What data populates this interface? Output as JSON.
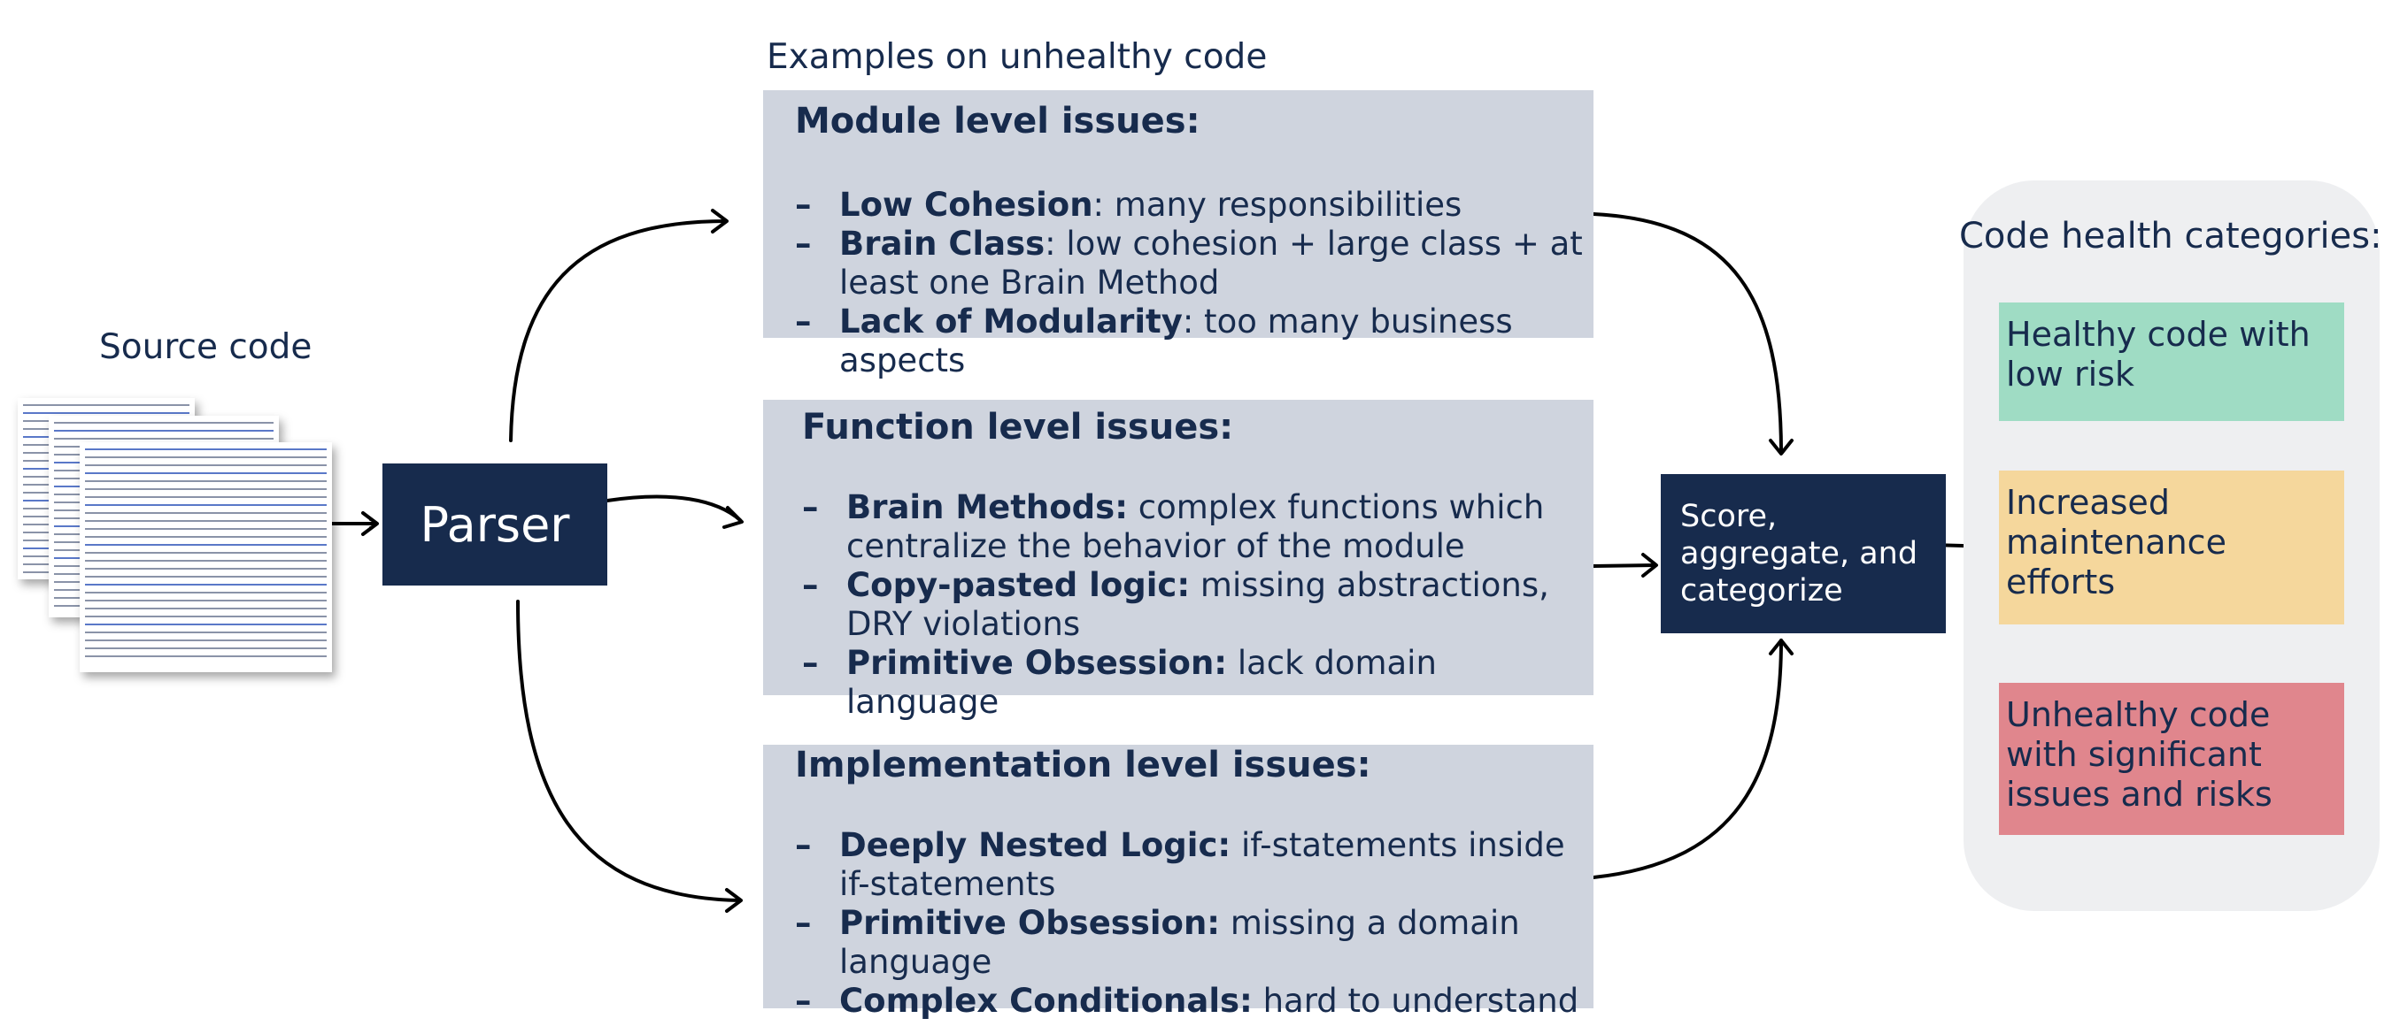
{
  "header": "Examples on unhealthy code",
  "source_label": "Source code",
  "parser_label": "Parser",
  "score_label": "Score, aggregate, and categorize",
  "module_box": {
    "title": "Module level issues:",
    "items": [
      {
        "term": "Low Cohesion",
        "text": ": many responsibilities"
      },
      {
        "term": "Brain Class",
        "text": ": low cohesion + large class + at least one Brain Method"
      },
      {
        "term": "Lack of Modularity",
        "text": ": too many business aspects"
      }
    ]
  },
  "function_box": {
    "title": "Function level issues:",
    "items": [
      {
        "term": "Brain Methods:",
        "text": " complex functions which centralize the behavior of the module"
      },
      {
        "term": "Copy-pasted logic:",
        "text": " missing abstractions, DRY violations"
      },
      {
        "term": "Primitive Obsession:",
        "text": " lack domain language"
      }
    ]
  },
  "implementation_box": {
    "title": "Implementation level issues:",
    "items": [
      {
        "term": "Deeply Nested Logic:",
        "text": " if-statements inside if-statements"
      },
      {
        "term": "Primitive Obsession:",
        "text": " missing a domain language"
      },
      {
        "term": "Complex Conditionals:",
        "text": " hard to understand"
      }
    ]
  },
  "categories": {
    "title": "Code health categories:",
    "healthy": {
      "label": "Healthy code with low risk",
      "color": "#9fdcc4"
    },
    "maintenance": {
      "label": "Increased maintenance efforts",
      "color": "#f5d79c"
    },
    "unhealthy": {
      "label": "Unhealthy code with significant issues and risks",
      "color": "#e0868d"
    }
  },
  "colors": {
    "navy": "#172b4d",
    "issue_box": "#cfd4de",
    "panel": "#eeeff1"
  }
}
